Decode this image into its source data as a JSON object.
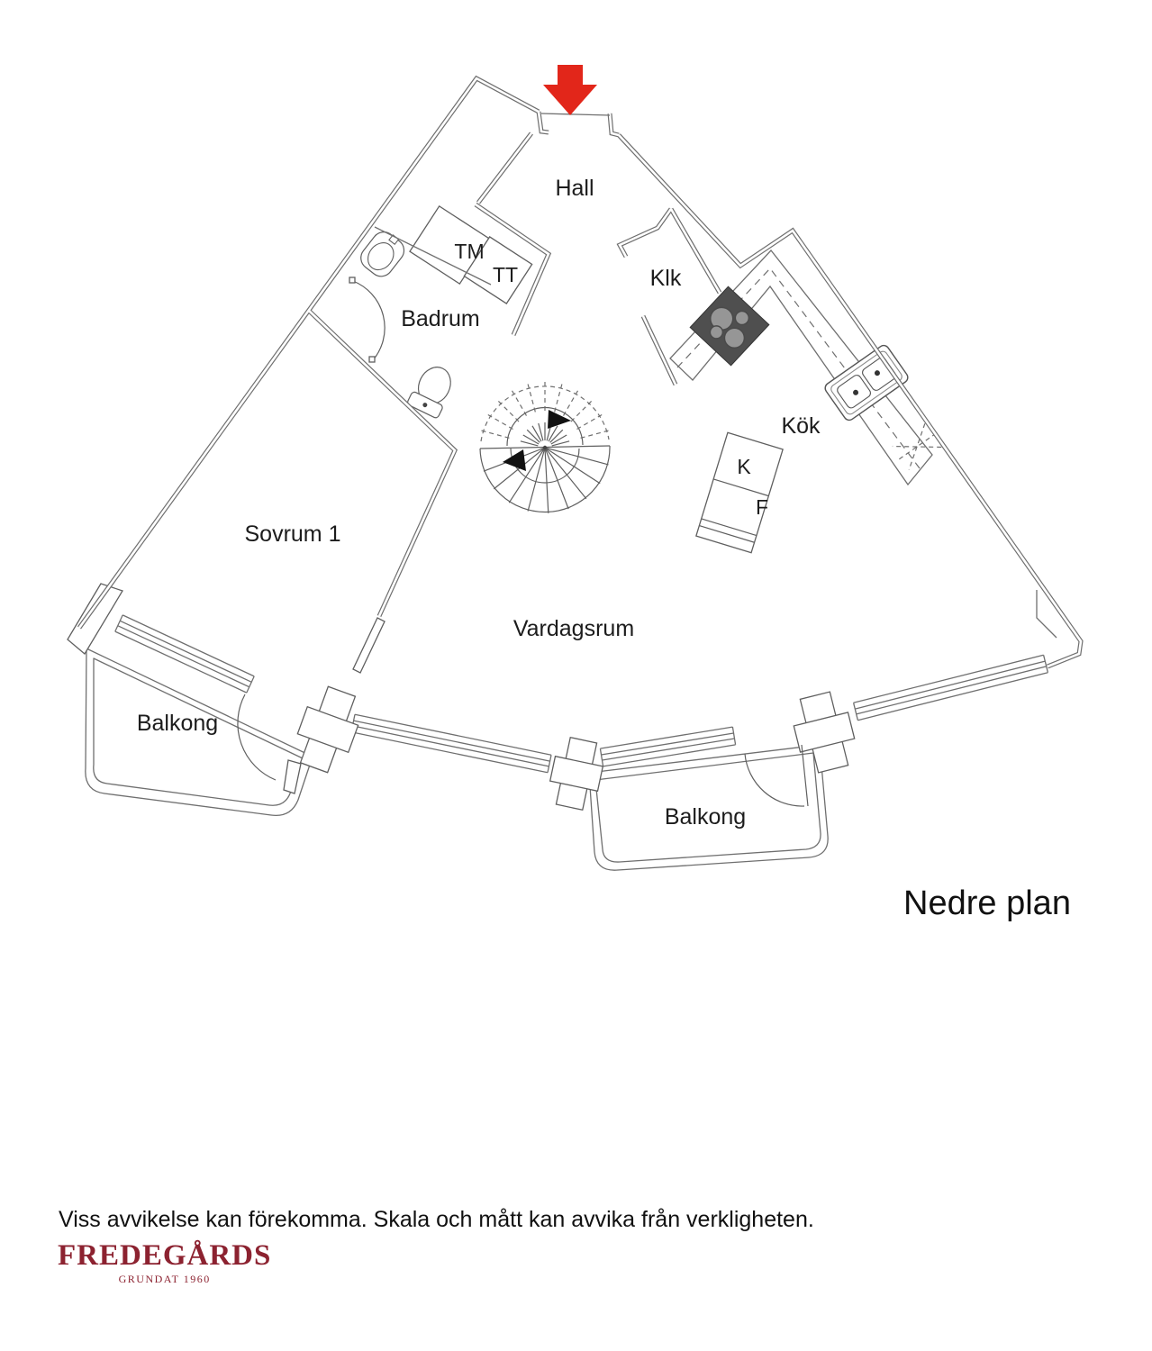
{
  "floor_plan": {
    "plan_label": "Nedre plan",
    "rooms": {
      "hall": "Hall",
      "klk": "Klk",
      "badrum": "Badrum",
      "kok": "Kök",
      "sovrum1": "Sovrum 1",
      "vardagsrum": "Vardagsrum",
      "balkong_left": "Balkong",
      "balkong_right": "Balkong"
    },
    "appliances": {
      "tm": "TM",
      "tt": "TT",
      "kyl": "K",
      "frys": "F"
    }
  },
  "footer": {
    "disclaimer": "Viss avvikelse kan förekomma. Skala och mått kan avvika från verkligheten.",
    "brand": "FREDEGÅRDS",
    "brand_subtitle": "GRUNDAT 1960"
  },
  "colors": {
    "entry_arrow": "#e2261a",
    "brand": "#8c2230",
    "wall_line": "#6f6f6f"
  }
}
